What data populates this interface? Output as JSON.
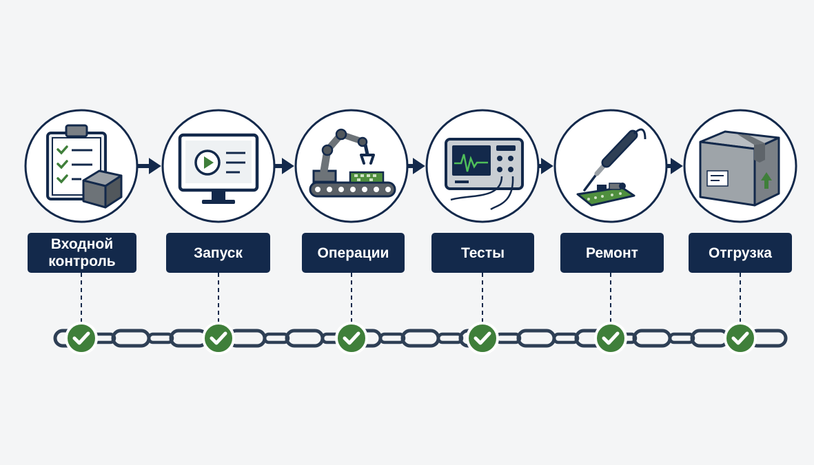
{
  "stages": [
    {
      "id": "incoming-inspection",
      "label": "Входной контроль",
      "icon": "clipboard-checklist-box-icon",
      "checked": true
    },
    {
      "id": "launch",
      "label": "Запуск",
      "icon": "monitor-play-icon",
      "checked": true
    },
    {
      "id": "operations",
      "label": "Операции",
      "icon": "robot-arm-conveyor-icon",
      "checked": true
    },
    {
      "id": "tests",
      "label": "Тесты",
      "icon": "oscilloscope-icon",
      "checked": true
    },
    {
      "id": "repair",
      "label": "Ремонт",
      "icon": "soldering-iron-icon",
      "checked": true
    },
    {
      "id": "shipping",
      "label": "Отгрузка",
      "icon": "shipping-box-icon",
      "checked": true
    }
  ],
  "colors": {
    "navy": "#13294b",
    "chain": "#2e3f55",
    "check_green": "#3f7f3a",
    "pcb_green": "#4f8f3e",
    "background": "#f4f5f6",
    "icon_gray": "#6d7378"
  }
}
